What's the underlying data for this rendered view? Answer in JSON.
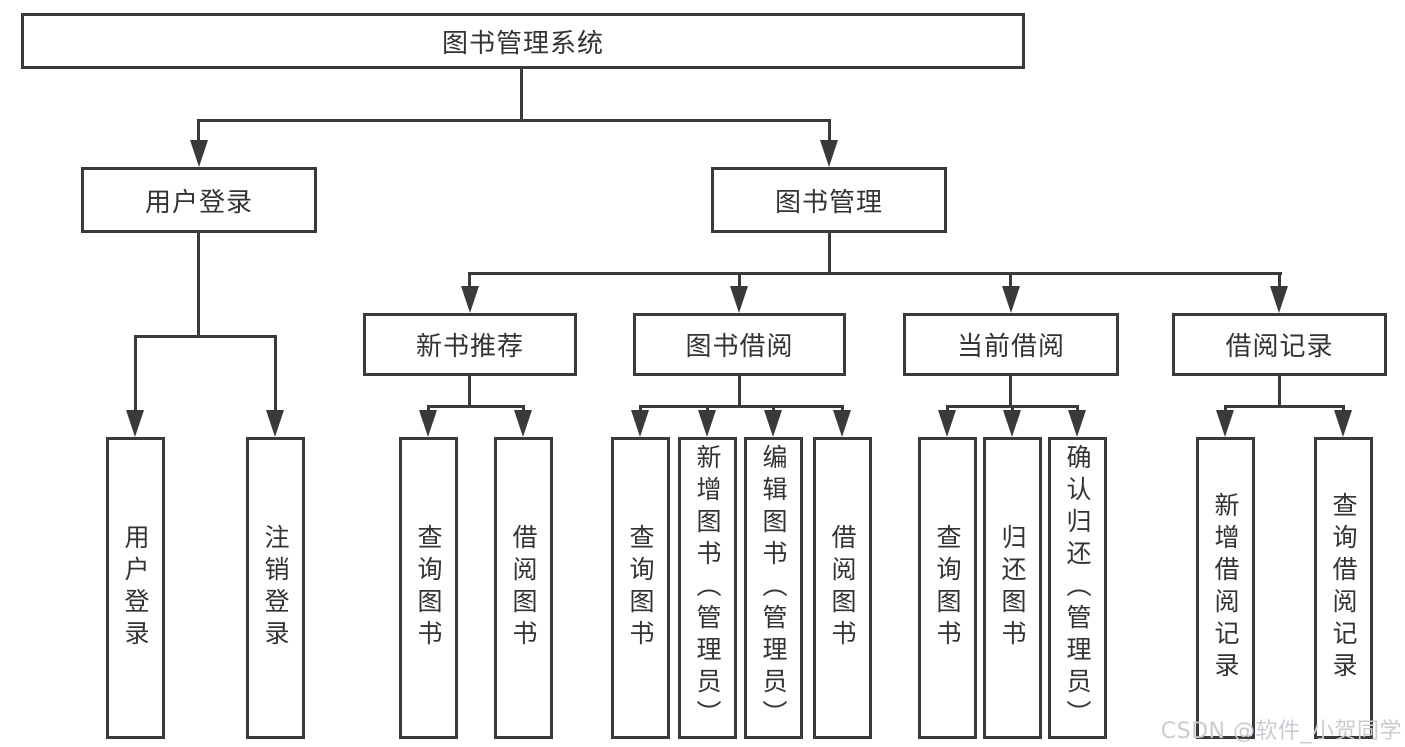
{
  "diagram": {
    "type": "functional-decomposition-tree",
    "watermark": "CSDN @软件_小贺同学",
    "colors": {
      "line": "#3a3a3a",
      "text": "#333333",
      "watermark": "#c8ccd1",
      "background": "#ffffff"
    },
    "tree": {
      "label": "图书管理系统",
      "children": [
        {
          "label": "用户登录",
          "children": [
            {
              "label": "用户登录"
            },
            {
              "label": "注销登录"
            }
          ]
        },
        {
          "label": "图书管理",
          "children": [
            {
              "label": "新书推荐",
              "children": [
                {
                  "label": "查询图书"
                },
                {
                  "label": "借阅图书"
                }
              ]
            },
            {
              "label": "图书借阅",
              "children": [
                {
                  "label": "查询图书"
                },
                {
                  "label": "新增图书（管理员）"
                },
                {
                  "label": "编辑图书（管理员）"
                },
                {
                  "label": "借阅图书"
                }
              ]
            },
            {
              "label": "当前借阅",
              "children": [
                {
                  "label": "查询图书"
                },
                {
                  "label": "归还图书"
                },
                {
                  "label": "确认归还（管理员）"
                }
              ]
            },
            {
              "label": "借阅记录",
              "children": [
                {
                  "label": "新增借阅记录"
                },
                {
                  "label": "查询借阅记录"
                }
              ]
            }
          ]
        }
      ]
    }
  }
}
